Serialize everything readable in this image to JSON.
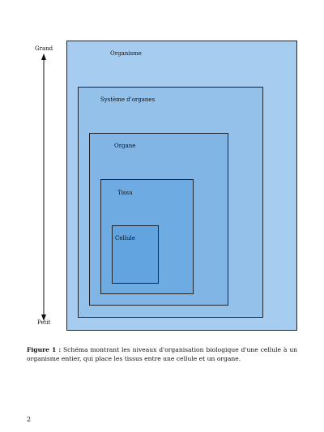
{
  "figure": {
    "scale": {
      "top": "Grand",
      "bottom": "Petit"
    },
    "levels": [
      {
        "label": "Organisme",
        "color": "#a6cdef"
      },
      {
        "label": "Système d'organes",
        "color": "#93c1ea"
      },
      {
        "label": "Organe",
        "color": "#80b5e6"
      },
      {
        "label": "Tissu",
        "color": "#6eabe3"
      },
      {
        "label": "Cellule",
        "color": "#61a4e0"
      }
    ],
    "caption_label": "Figure 1 :",
    "caption_text": " Schéma montrant les niveaux d'organisation biologique d'une cellule à un organisme entier, qui place les tissus entre une cellule et un organe."
  },
  "page_number": "2"
}
